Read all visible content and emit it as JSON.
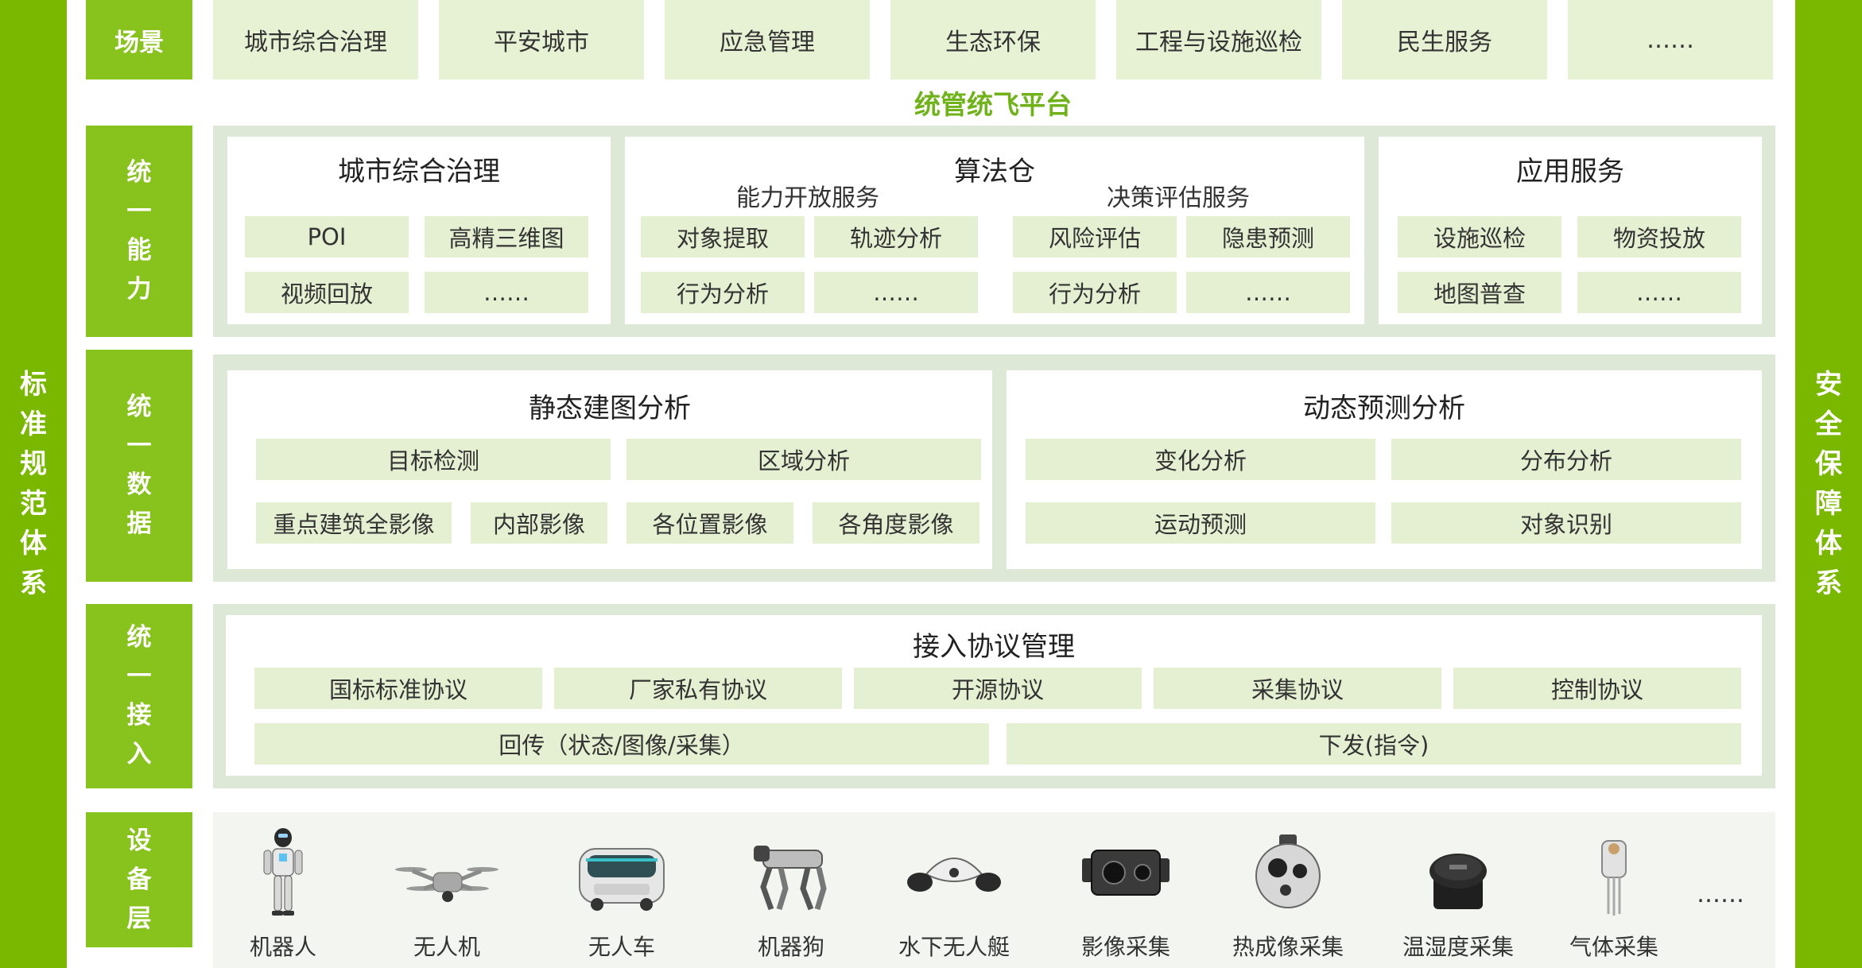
{
  "left_side_label": [
    "标",
    "准",
    "规",
    "范",
    "体",
    "系"
  ],
  "right_side_label": [
    "安",
    "全",
    "保",
    "障",
    "体",
    "系"
  ],
  "scenes": {
    "label": "场景",
    "items": [
      "城市综合治理",
      "平安城市",
      "应急管理",
      "生态环保",
      "工程与设施巡检",
      "民生服务",
      "……"
    ]
  },
  "platform_title": "统管统飞平台",
  "capability": {
    "label": [
      "统",
      "一",
      "能",
      "力"
    ],
    "city_card": {
      "title": "城市综合治理",
      "items": [
        "POI",
        "高精三维图",
        "视频回放",
        "……"
      ]
    },
    "algorithm_card": {
      "title": "算法仓",
      "open_service": {
        "title": "能力开放服务",
        "items": [
          "对象提取",
          "轨迹分析",
          "行为分析",
          "……"
        ]
      },
      "decision_service": {
        "title": "决策评估服务",
        "items": [
          "风险评估",
          "隐患预测",
          "行为分析",
          "……"
        ]
      }
    },
    "app_card": {
      "title": "应用服务",
      "items": [
        "设施巡检",
        "物资投放",
        "地图普查",
        "……"
      ]
    }
  },
  "data": {
    "label": [
      "统",
      "一",
      "数",
      "据"
    ],
    "static_card": {
      "title": "静态建图分析",
      "row1": [
        "目标检测",
        "区域分析"
      ],
      "row2": [
        "重点建筑全影像",
        "内部影像",
        "各位置影像",
        "各角度影像"
      ]
    },
    "dynamic_card": {
      "title": "动态预测分析",
      "row1": [
        "变化分析",
        "分布分析"
      ],
      "row2": [
        "运动预测",
        "对象识别"
      ]
    }
  },
  "access": {
    "label": [
      "统",
      "一",
      "接",
      "入"
    ],
    "card": {
      "title": "接入协议管理",
      "row1": [
        "国标标准协议",
        "厂家私有协议",
        "开源协议",
        "采集协议",
        "控制协议"
      ],
      "row2": [
        "回传（状态/图像/采集）",
        "下发(指令)"
      ]
    }
  },
  "devices": {
    "label": [
      "设",
      "备",
      "层"
    ],
    "items": [
      {
        "label": "机器人",
        "icon": "humanoid-robot-icon"
      },
      {
        "label": "无人机",
        "icon": "drone-icon"
      },
      {
        "label": "无人车",
        "icon": "autonomous-vehicle-icon"
      },
      {
        "label": "机器狗",
        "icon": "robot-dog-icon"
      },
      {
        "label": "水下无人艇",
        "icon": "underwater-drone-icon"
      },
      {
        "label": "影像采集",
        "icon": "imaging-camera-icon"
      },
      {
        "label": "热成像采集",
        "icon": "thermal-gimbal-icon"
      },
      {
        "label": "温湿度采集",
        "icon": "temperature-humidity-sensor-icon"
      },
      {
        "label": "气体采集",
        "icon": "gas-sensor-icon"
      }
    ],
    "more": "……"
  },
  "colors": {
    "side_bar": "#7ab800",
    "row_label": "#88c21c",
    "chip": "#e4f0d1",
    "band": "#dde8d7",
    "platform_title": "#6fb21a"
  }
}
